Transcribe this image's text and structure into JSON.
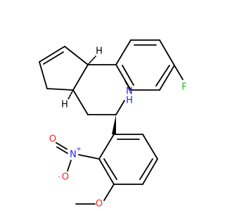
{
  "molecule": {
    "atoms": {
      "fluorine": {
        "symbol": "F",
        "color": "#1dbf1d"
      },
      "amine_n": {
        "symbol": "N",
        "color": "#2020ff"
      },
      "amine_h": {
        "symbol": "H",
        "color": "#2020ff"
      },
      "nitro_n": {
        "symbol": "N",
        "color": "#2020ff"
      },
      "nitro_charge_pos": {
        "symbol": "+",
        "color": "#2020ff"
      },
      "nitro_o_top": {
        "symbol": "O",
        "color": "#ff2020"
      },
      "nitro_o_minus": {
        "symbol": "O",
        "color": "#ff2020"
      },
      "nitro_charge_neg": {
        "symbol": "-",
        "color": "#ff2020"
      },
      "methoxy_o": {
        "symbol": "O",
        "color": "#ff2020"
      }
    },
    "stereo_h": {
      "symbol": "H",
      "color": "#000000"
    }
  }
}
